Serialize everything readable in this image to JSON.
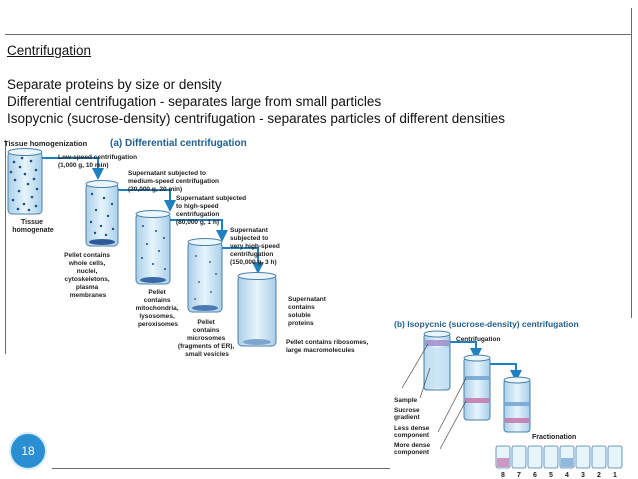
{
  "slide": {
    "title": "Centrifugation",
    "bullets": [
      "Separate proteins by size or density",
      "Differential centrifugation - separates large from small particles",
      "Isopycnic (sucrose-density) centrifugation - separates particles of different densities"
    ],
    "page_number": "18"
  },
  "figure_a": {
    "tissue_homogenization": "Tissue homogenization",
    "heading": "(a)  Differential centrifugation",
    "tissue_homogenate": [
      "Tissue",
      "homogenate"
    ],
    "step1": [
      "Low-speed centrifugation",
      "(1,000 g, 10 min)"
    ],
    "step2": [
      "Supernatant subjected to",
      "medium-speed centrifugation",
      "(20,000 g, 20 min)"
    ],
    "step3": [
      "Supernatant subjected",
      "to high-speed",
      "centrifugation",
      "(80,000 g, 1 h)"
    ],
    "step4": [
      "Supernatant",
      "subjected to",
      "very high-speed",
      "centrifugation",
      "(150,000 g, 3 h)"
    ],
    "pellet1": [
      "Pellet contains",
      "whole cells,",
      "nuclei,",
      "cytoskeletons,",
      "plasma",
      "membranes"
    ],
    "pellet2": [
      "Pellet",
      "contains",
      "mitochondria,",
      "lysosomes,",
      "peroxisomes"
    ],
    "pellet3": [
      "Pellet",
      "contains",
      "microsomes",
      "(fragments of ER),",
      "small vesicles"
    ],
    "supernatant_final": [
      "Supernatant",
      "contains",
      "soluble",
      "proteins"
    ],
    "pellet4": [
      "Pellet contains ribosomes,",
      "large macromolecules"
    ]
  },
  "figure_b": {
    "heading": "(b)  Isopycnic (sucrose-density) centrifugation",
    "centrifugation": "Centrifugation",
    "sample": "Sample",
    "sucrose_gradient": [
      "Sucrose",
      "gradient"
    ],
    "less_dense": [
      "Less dense",
      "component"
    ],
    "more_dense": [
      "More dense",
      "component"
    ],
    "fractionation": "Fractionation",
    "fractions": [
      "8",
      "7",
      "6",
      "5",
      "4",
      "3",
      "2",
      "1"
    ]
  },
  "colors": {
    "accent_badge": "#2a8fd2",
    "arrow": "#1f7fc0",
    "tube_fill": "#d6ecf8",
    "particle": "#1c4f8f"
  }
}
